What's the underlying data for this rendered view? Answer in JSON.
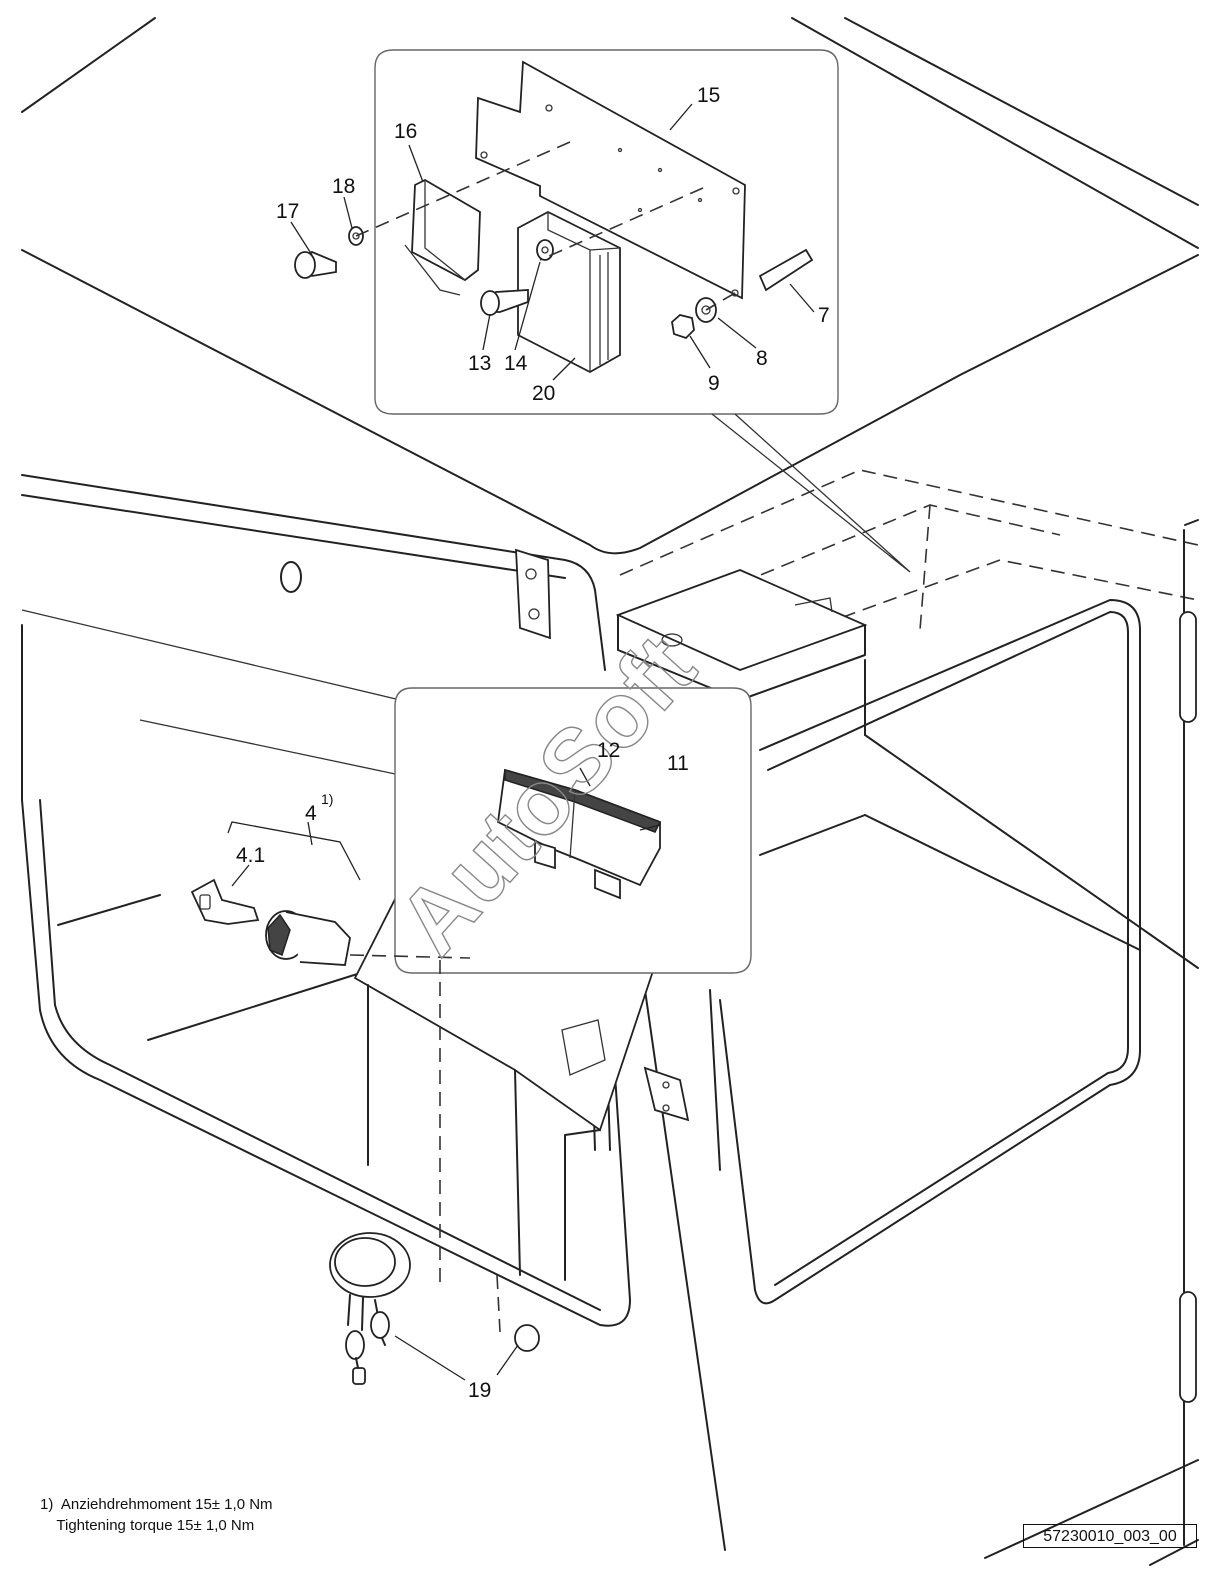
{
  "callouts": {
    "c15": "15",
    "c16": "16",
    "c17": "17",
    "c18": "18",
    "c7": "7",
    "c8": "8",
    "c9": "9",
    "c13": "13",
    "c14": "14",
    "c20": "20",
    "c12": "12",
    "c11": "11",
    "c4": "4",
    "c4_sup": "1)",
    "c4_1": "4.1",
    "c19": "19"
  },
  "watermark": "AutoSoft",
  "notes": {
    "marker": "1)",
    "line_de": "Anziehdrehmoment 15± 1,0 Nm",
    "line_en": "Tightening torque 15± 1,0 Nm"
  },
  "drawing_id": "57230010_003_00"
}
